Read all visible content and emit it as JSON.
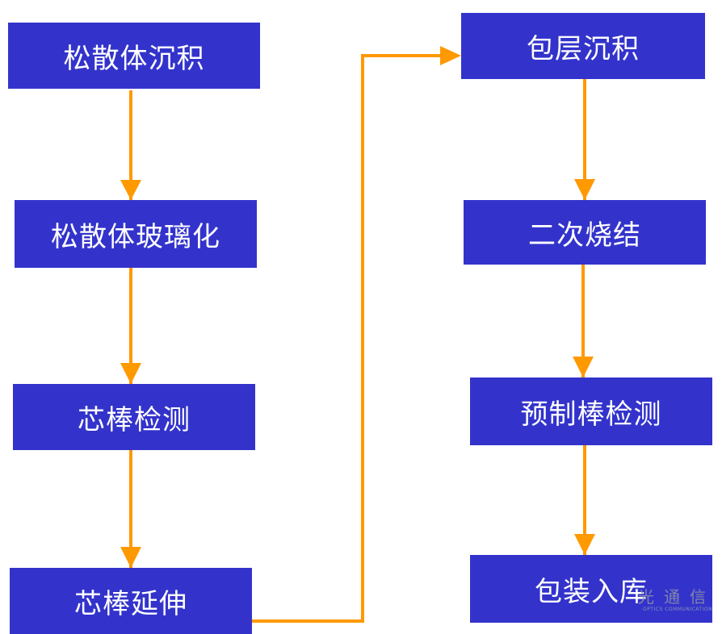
{
  "nodes": [
    {
      "id": "n1",
      "label": "松散体沉积"
    },
    {
      "id": "n2",
      "label": "松散体玻璃化"
    },
    {
      "id": "n3",
      "label": "芯棒检测"
    },
    {
      "id": "n4",
      "label": "芯棒延伸"
    },
    {
      "id": "n5",
      "label": "包层沉积"
    },
    {
      "id": "n6",
      "label": "二次烧结"
    },
    {
      "id": "n7",
      "label": "预制棒检测"
    },
    {
      "id": "n8",
      "label": "包装入库"
    }
  ],
  "edges": [
    {
      "from": "n1",
      "to": "n2"
    },
    {
      "from": "n2",
      "to": "n3"
    },
    {
      "from": "n3",
      "to": "n4"
    },
    {
      "from": "n4",
      "to": "n5"
    },
    {
      "from": "n5",
      "to": "n6"
    },
    {
      "from": "n6",
      "to": "n7"
    },
    {
      "from": "n7",
      "to": "n8"
    }
  ],
  "colors": {
    "box_fill": "#3333cc",
    "box_text": "#ffffff",
    "arrow": "#ff9900"
  },
  "watermark": {
    "text": "光通信",
    "subtext": "OPTICS COMMUNICATION"
  }
}
